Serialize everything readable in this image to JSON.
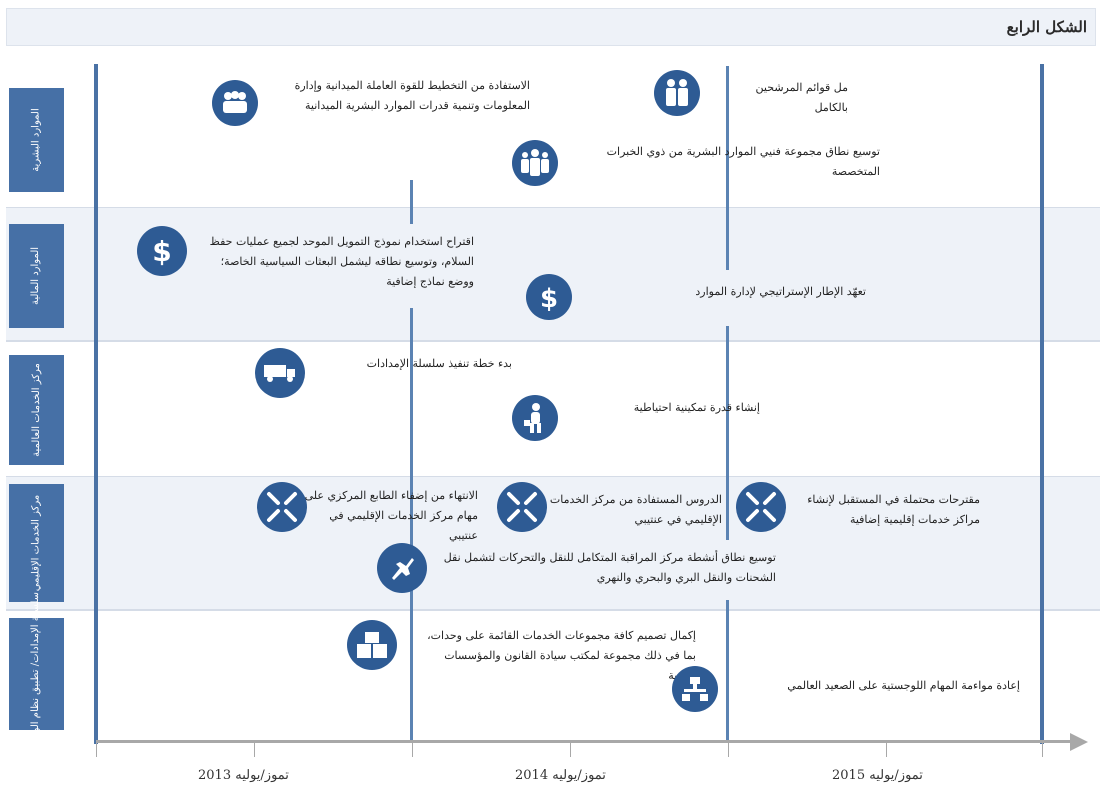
{
  "title": "الشكل الرابع",
  "rows": [
    {
      "label": "الموارد البشرية"
    },
    {
      "label": "الموارد المالية"
    },
    {
      "label": "مركز الخدمات العالمية"
    },
    {
      "label": "مركز الخدمات الإقليمي"
    },
    {
      "label": "سلسلة الإمدادات/ تطبيق نظام الوحدات"
    }
  ],
  "items": {
    "hr_1": "الاستفادة من التخطيط للقوة العاملة الميدانية وإدارة المعلومات وتنمية قدرات الموارد البشرية الميدانية",
    "hr_2": "مل قوائم المرشحين بالكامل",
    "hr_3": "توسيع نطاق مجموعة فنيي الموارد البشرية من ذوي الخبرات المتخصصة",
    "fin_1": "اقتراح استخدام نموذج التمويل الموحد لجميع عمليات حفظ السلام، وتوسيع نطاقه ليشمل البعثات السياسية الخاصة؛ ووضع نماذج إضافية",
    "fin_2": "تعهّد الإطار الإستراتيجي لإدارة الموارد",
    "gsc_1": "بدء خطة تنفيذ سلسلة الإمدادات",
    "gsc_2": "إنشاء قدرة تمكينية احتياطية",
    "rsc_1": "الانتهاء من إضفاء الطابع المركزي على مهام مركز الخدمات الإقليمي في عنتيبي",
    "rsc_2": "الدروس المستفادة من مركز الخدمات الإقليمي في عنتيبي",
    "rsc_3": "مقترحات محتملة في المستقبل لإنشاء مراكز خدمات إقليمية إضافية",
    "rsc_4": "توسيع نطاق أنشطة مركز المراقبة المتكامل للنقل والتحركات لتشمل نقل الشحنات والنقل البري والبحري والنهري",
    "sc_1": "إكمال تصميم كافة مجموعات الخدمات القائمة على وحدات، بما في ذلك مجموعة لمكتب سيادة القانون والمؤسسات الأمنية",
    "sc_2": "إعادة مواءمة المهام اللوجستية على الصعيد العالمي"
  },
  "timeline": [
    "تموز/يوليه 2013",
    "تموز/يوليه 2014",
    "تموز/يوليه 2015"
  ],
  "icons": [
    "people-group-icon",
    "dollar-icon",
    "truck-icon",
    "person-walking-icon",
    "converging-arrows-icon",
    "boxes-icon",
    "airplane-icon",
    "hierarchy-icon"
  ],
  "colors": {
    "accent": "#4670a6",
    "icon": "#2e5b94",
    "band": "#eef2f8",
    "axis": "#a8a8a8"
  }
}
